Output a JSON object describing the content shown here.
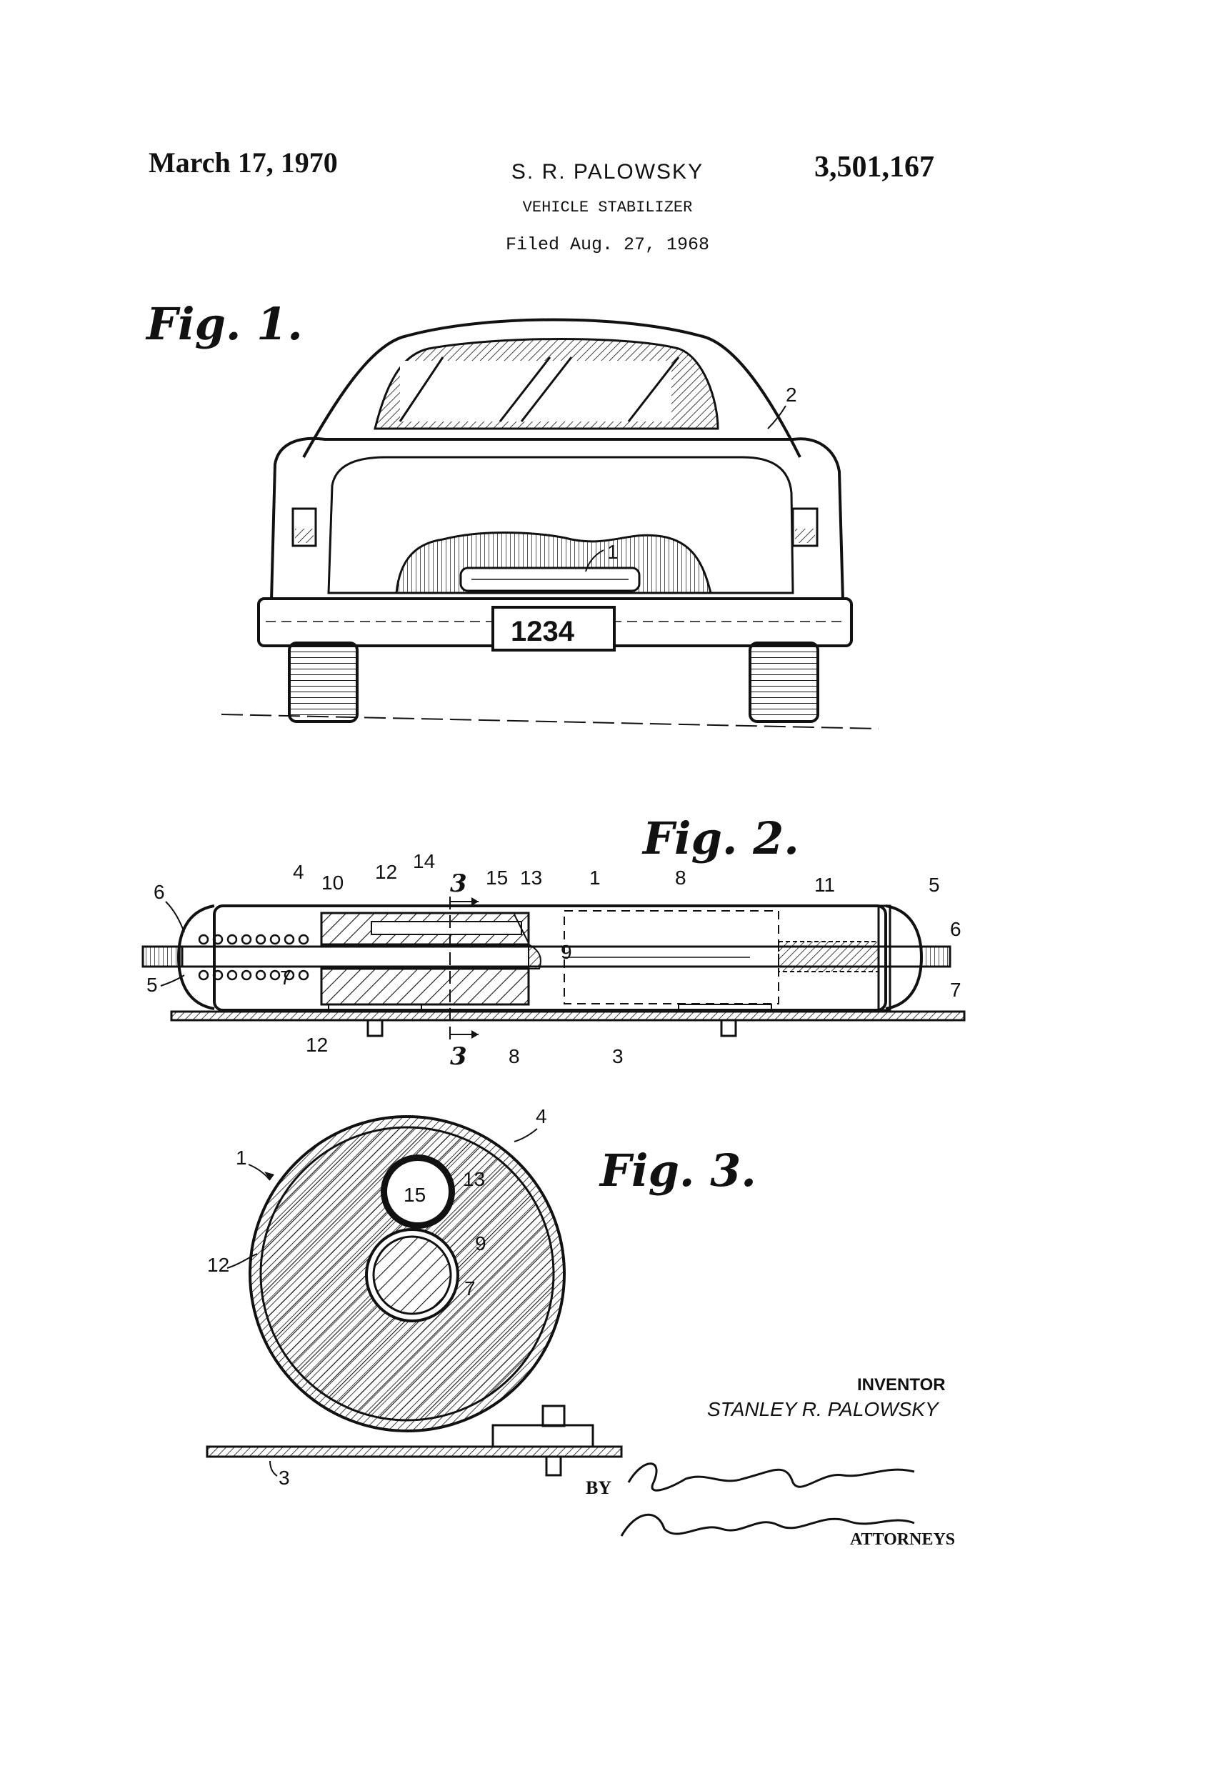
{
  "header": {
    "date": "March 17, 1970",
    "inventor_short": "S. R. PALOWSKY",
    "title": "VEHICLE STABILIZER",
    "filed": "Filed Aug. 27, 1968",
    "patent_number": "3,501,167"
  },
  "figures": {
    "fig1_label": "Fig. 1.",
    "fig2_label": "Fig. 2.",
    "fig3_label": "Fig. 3.",
    "license_plate": "1234"
  },
  "refs": {
    "r1": "1",
    "r2": "2",
    "r3": "3",
    "r4": "4",
    "r5": "5",
    "r6": "6",
    "r7": "7",
    "r8": "8",
    "r9": "9",
    "r10": "10",
    "r11": "11",
    "r12": "12",
    "r13": "13",
    "r14": "14",
    "r15": "15",
    "sec3": "3"
  },
  "footer": {
    "inventor_label": "INVENTOR",
    "inventor_name": "STANLEY R. PALOWSKY",
    "by": "BY",
    "signature_1": "Gardner J. O'Boyle",
    "signature_2": "James G. O'Boyle",
    "attorneys_label": "ATTORNEYS"
  },
  "colors": {
    "ink": "#111111",
    "paper": "#ffffff"
  }
}
